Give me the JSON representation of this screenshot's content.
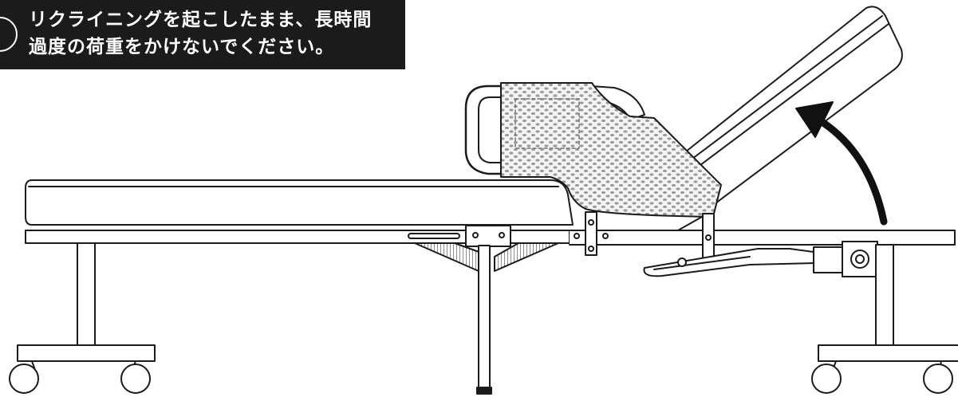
{
  "warning": {
    "line1": "リクライニングを起こしたまま、長時間",
    "line2": "過度の荷重をかけないでください。"
  },
  "colors": {
    "banner_bg": "#1b1b1b",
    "banner_text": "#ffffff",
    "line": "#1b1b1b",
    "dots": "#9a9a9a",
    "fabric": "#f2f2f2"
  },
  "icons": {
    "arrow": "curved-up-arrow"
  }
}
